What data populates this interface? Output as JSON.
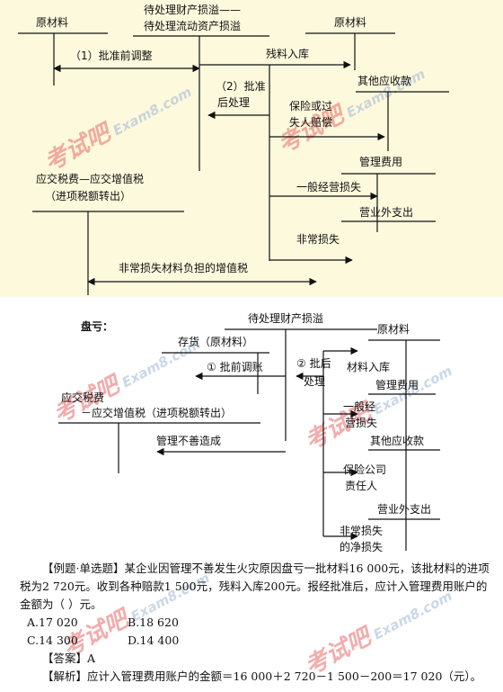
{
  "top": {
    "raw_left": "原材料",
    "pending_title_line1": "待处理财产损溢——",
    "pending_title_line2": "待处理流动资产损溢",
    "raw_right": "原材料",
    "step1": "（1）批准前调整",
    "scrap": "残料入库",
    "other_recv": "其他应收款",
    "step2_line1": "（2）批准",
    "step2_line2": "后处理",
    "insurance_line1": "保险或过",
    "insurance_line2": "失人赔偿",
    "vat_line1": "应交税费—应交增值税",
    "vat_line2": "（进项税额转出）",
    "admin_exp": "管理费用",
    "ordinary_loss": "一般经营损失",
    "nonop_exp": "营业外支出",
    "abnormal_loss": "非常损失",
    "abnormal_vat": "非常损失材料负担的增值税"
  },
  "bottom": {
    "deficit": "盘亏：",
    "pending_title": "待处理财产损溢",
    "inventory": "存货（原材料）",
    "raw_right": "原材料",
    "step1": "① 批前调账",
    "step2_line1": "② 批后",
    "step2_line2": "处理",
    "material_in": "材料入库",
    "admin_exp": "管理费用",
    "vat_line1": "应交税费",
    "vat_line2": "－应交增值税（进项税额转出）",
    "general_line1": "一般经",
    "general_line2": "营损失",
    "other_recv": "其他应收款",
    "mismanage": "管理不善造成",
    "insurer_line1": "保险公司",
    "insurer_line2": "责任人",
    "nonop_exp": "营业外支出",
    "abnormal_line1": "非常损失",
    "abnormal_line2": "的净损失"
  },
  "watermark": {
    "brand": "考试吧",
    "domain": "Exam8.com"
  },
  "question": {
    "label": "【例题·单选题】",
    "body": "某企业因管理不善发生火灾原因盘亏一批材料16 000元，该批材料的进项税为2 720元。收到各种赔款1 500元，残料入库200元。报经批准后，应计入管理费用账户的金额为（ ）元。",
    "options": [
      "A.17 020",
      "B.18 620",
      "C.14 300",
      "D.14 400"
    ],
    "answer_label": "【答案】",
    "answer_value": "A",
    "analysis_label": "【解析】",
    "analysis_body": "应计入管理费用账户的金额＝16 000＋2 720－1 500－200＝17 020（元）。"
  }
}
